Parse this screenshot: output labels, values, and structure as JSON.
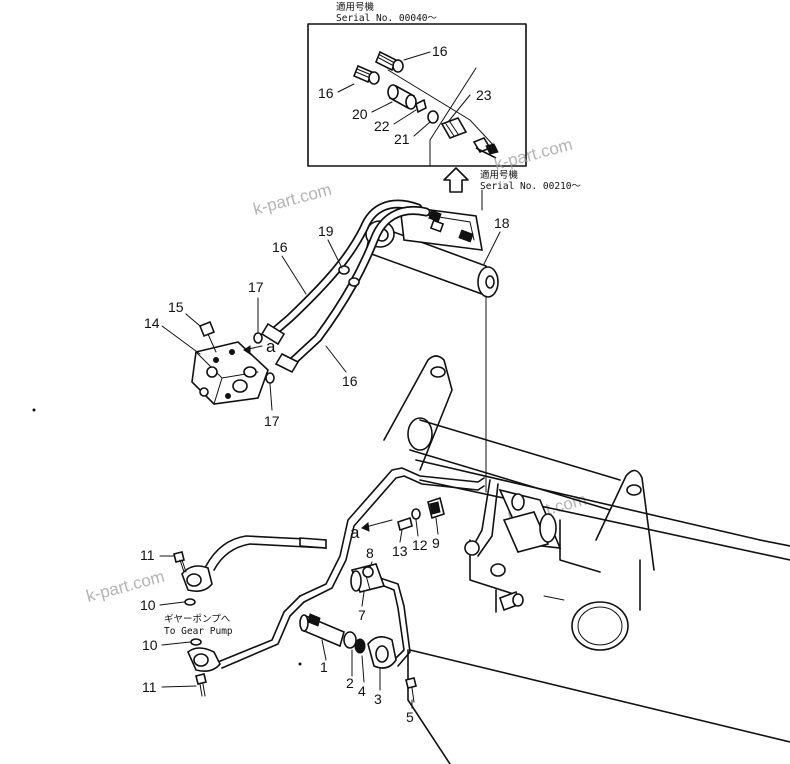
{
  "inset_note": {
    "jp": "適用号機",
    "serial": "Serial  No. 00040～"
  },
  "main_note": {
    "jp": "適用号機",
    "serial": "Serial  No. 00210～"
  },
  "pump_note": {
    "jp": "ギヤーポンプへ",
    "en": "To  Gear  Pump"
  },
  "watermark": "k-part.com",
  "view_marker": "a",
  "callouts": {
    "inset_16_top": "16",
    "inset_16_left": "16",
    "inset_20": "20",
    "inset_22": "22",
    "inset_21": "21",
    "inset_23": "23",
    "p18": "18",
    "p19": "19",
    "p16_upper": "16",
    "p17_upper": "17",
    "p15": "15",
    "p14": "14",
    "p16_lower": "16",
    "p17_lower": "17",
    "p8": "8",
    "p13": "13",
    "p12": "12",
    "p9": "9",
    "p7": "7",
    "p11_upper": "11",
    "p10_upper": "10",
    "p10_lower": "10",
    "p11_lower": "11",
    "p1": "1",
    "p2": "2",
    "p4": "4",
    "p3": "3",
    "p5": "5"
  }
}
